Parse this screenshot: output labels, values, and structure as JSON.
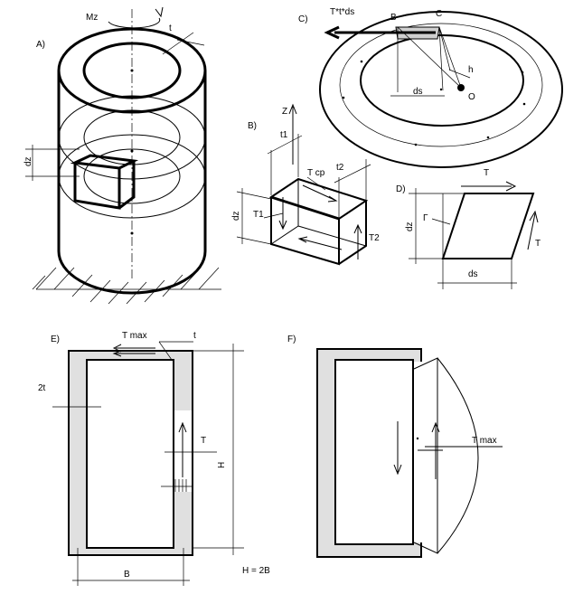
{
  "colors": {
    "line": "#000000",
    "wall_fill": "#e0e0e0",
    "background": "#ffffff"
  },
  "panel_a": {
    "label": "A)",
    "moment": "Mz",
    "thickness": "t",
    "height": "dz"
  },
  "panel_b": {
    "label": "B)",
    "axis": "Z",
    "t1": "t1",
    "t2": "t2",
    "tcp": "T cp",
    "T1": "T1",
    "T2": "T2",
    "dz": "dz"
  },
  "panel_c": {
    "label": "C)",
    "force": "T*t*ds",
    "B": "B",
    "C": "C",
    "h": "h",
    "ds": "ds",
    "O": "O"
  },
  "panel_d": {
    "label": "D)",
    "T_top": "T",
    "T_right": "T",
    "gamma": "Г",
    "dz": "dz",
    "ds": "ds"
  },
  "panel_e": {
    "label": "E)",
    "tmax": "T  max",
    "t": "t",
    "two_t": "2t",
    "T": "T",
    "H": "H",
    "B": "B",
    "relation": "H = 2B"
  },
  "panel_f": {
    "label": "F)",
    "tmax": "T max"
  }
}
